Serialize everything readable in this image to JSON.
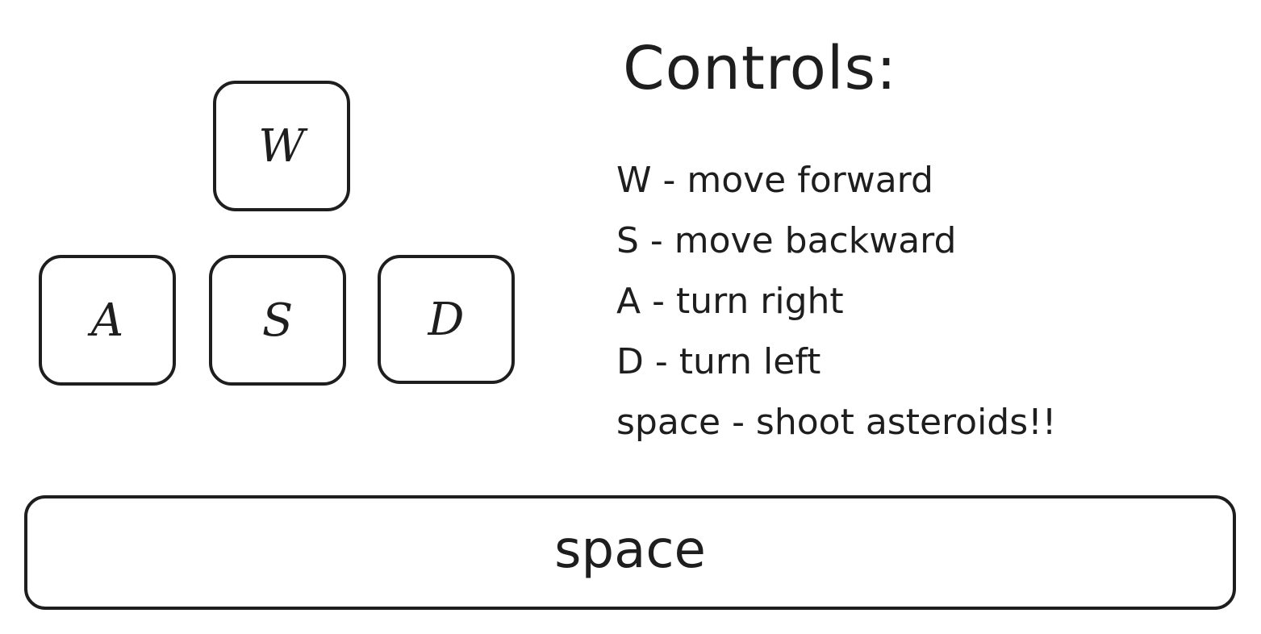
{
  "keys": {
    "w": "W",
    "a": "A",
    "s": "S",
    "d": "D",
    "space": "space"
  },
  "controls": {
    "title": "Controls:",
    "items": [
      "W - move forward",
      "S - move backward",
      "A - turn right",
      "D - turn left",
      "space - shoot asteroids!!"
    ]
  },
  "colors": {
    "stroke": "#1e1e1e",
    "background": "#ffffff"
  }
}
